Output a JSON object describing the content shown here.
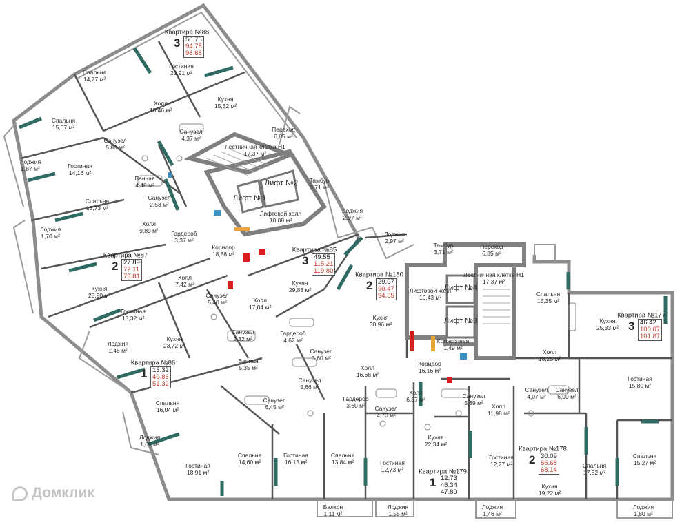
{
  "watermark": "Домклик",
  "apartments": [
    {
      "id": "k88",
      "title": "Квартира №88",
      "rooms": "3",
      "v1": "50.75",
      "v2": "94.78",
      "v3": "96.65"
    },
    {
      "id": "k87",
      "title": "Квартира №87",
      "rooms": "2",
      "v1": "27.89",
      "v2": "72.11",
      "v3": "73.81"
    },
    {
      "id": "k86",
      "title": "Квартира №86",
      "rooms": "1",
      "v1": "13.32",
      "v2": "49.86",
      "v3": "51.32"
    },
    {
      "id": "k85",
      "title": "Квартира №85",
      "rooms": "3",
      "v1": "49.55",
      "v2": "115.21",
      "v3": "119.80"
    },
    {
      "id": "k180",
      "title": "Квартира №180",
      "rooms": "2",
      "v1": "29.97",
      "v2": "90.47",
      "v3": "94.55"
    },
    {
      "id": "k177",
      "title": "Квартира №177",
      "rooms": "3",
      "v1": "46.42",
      "v2": "100.07",
      "v3": "101.87"
    },
    {
      "id": "k178",
      "title": "Квартира №178",
      "rooms": "2",
      "v1": "30.09",
      "v2": "66.68",
      "v3": "68.14"
    },
    {
      "id": "k179",
      "title": "Квартира №179",
      "rooms": "1",
      "v1": "12.73",
      "v2": "46.34",
      "v3": "47.89"
    }
  ],
  "lifts": [
    "Лифт №1",
    "Лифт №2",
    "Лифт №4",
    "Лифт №3"
  ],
  "rooms": [
    {
      "name": "Спальня",
      "area": "14,77 м²"
    },
    {
      "name": "Гостиная",
      "area": "20,91 м²"
    },
    {
      "name": "Спальня",
      "area": "15,07 м²"
    },
    {
      "name": "Холл",
      "area": "18,46 м²"
    },
    {
      "name": "Кухня",
      "area": "15,32 м²"
    },
    {
      "name": "Санузел",
      "area": "5,88 м²"
    },
    {
      "name": "Санузел",
      "area": "4,37 м²"
    },
    {
      "name": "Переход",
      "area": "6,85 м²"
    },
    {
      "name": "Лоджия",
      "area": "1,87 м²"
    },
    {
      "name": "Лестничная клетка Н1",
      "area": "17,37 м²"
    },
    {
      "name": "Гостиная",
      "area": "14,16 м²"
    },
    {
      "name": "Ванная",
      "area": "4,48 м²"
    },
    {
      "name": "Санузел",
      "area": "2,58 м²"
    },
    {
      "name": "Тамбур",
      "area": "3,71 м²"
    },
    {
      "name": "Спальня",
      "area": "13,73 м²"
    },
    {
      "name": "Лифтовой холл",
      "area": "10,08 м²"
    },
    {
      "name": "Лоджия",
      "area": "2,97 м²"
    },
    {
      "name": "Лоджия",
      "area": "1,70 м²"
    },
    {
      "name": "Холл",
      "area": "9,89 м²"
    },
    {
      "name": "Лоджия",
      "area": "2,97 м²"
    },
    {
      "name": "Гардероб",
      "area": "3,37 м²"
    },
    {
      "name": "Коридор",
      "area": "18,88 м²"
    },
    {
      "name": "Тамбур",
      "area": "3,71 м²"
    },
    {
      "name": "Переход",
      "area": "6,85 м²"
    },
    {
      "name": "Холл",
      "area": "7,42 м²"
    },
    {
      "name": "Кухня",
      "area": "23,90 м²"
    },
    {
      "name": "Санузел",
      "area": "5,40 м²"
    },
    {
      "name": "Кухня",
      "area": "29,88 м²"
    },
    {
      "name": "Лифтовой холл",
      "area": "10,43 м²"
    },
    {
      "name": "Лестничная клетка Н1",
      "area": "17,37 м²"
    },
    {
      "name": "Спальня",
      "area": "15,35 м²"
    },
    {
      "name": "Гостиная",
      "area": "13,32 м²"
    },
    {
      "name": "Холл",
      "area": "17,04 м²"
    },
    {
      "name": "Кухня",
      "area": "30,96 м²"
    },
    {
      "name": "Кухня",
      "area": "25,33 м²"
    },
    {
      "name": "Санузел",
      "area": "2,32 м²"
    },
    {
      "name": "Гардероб",
      "area": "4,62 м²"
    },
    {
      "name": "Кухня",
      "area": "23,72 м²"
    },
    {
      "name": "Лоджия",
      "area": "1,46 м²"
    },
    {
      "name": "Колясочная",
      "area": "1,49 м²"
    },
    {
      "name": "Санузел",
      "area": "3,60 м²"
    },
    {
      "name": "Холл",
      "area": "18,25 м²"
    },
    {
      "name": "Ванная",
      "area": "5,35 м²"
    },
    {
      "name": "Коридор",
      "area": "16,16 м²"
    },
    {
      "name": "Холл",
      "area": "16,68 м²"
    },
    {
      "name": "Гостиная",
      "area": "15,80 м²"
    },
    {
      "name": "Санузел",
      "area": "5,66 м²"
    },
    {
      "name": "Холл",
      "area": "6,57 м²"
    },
    {
      "name": "Санузел",
      "area": "5,39 м²"
    },
    {
      "name": "Санузел",
      "area": "4,07 м²"
    },
    {
      "name": "Санузел",
      "area": "6,00 м²"
    },
    {
      "name": "Спальня",
      "area": "16,04 м²"
    },
    {
      "name": "Санузел",
      "area": "6,45 м²"
    },
    {
      "name": "Гардероб",
      "area": "3,60 м²"
    },
    {
      "name": "Санузел",
      "area": "4,70 м²"
    },
    {
      "name": "Холл",
      "area": "11,98 м²"
    },
    {
      "name": "Лоджия",
      "area": "1,62 м²"
    },
    {
      "name": "Кухня",
      "area": "22,34 м²"
    },
    {
      "name": "Спальня",
      "area": "14,60 м²"
    },
    {
      "name": "Гостиная",
      "area": "16,13 м²"
    },
    {
      "name": "Спальня",
      "area": "13,84 м²"
    },
    {
      "name": "Гостиная",
      "area": "12,73 м²"
    },
    {
      "name": "Гостиная",
      "area": "12,27 м²"
    },
    {
      "name": "Спальня",
      "area": "17,82 м²"
    },
    {
      "name": "Спальня",
      "area": "15,27 м²"
    },
    {
      "name": "Гостиная",
      "area": "18,91 м²"
    },
    {
      "name": "Кухня",
      "area": "19,22 м²"
    },
    {
      "name": "Балкон",
      "area": "1,11 м²"
    },
    {
      "name": "Лоджия",
      "area": "1,55 м²"
    },
    {
      "name": "Лоджия",
      "area": "1,46 м²"
    },
    {
      "name": "Лоджия",
      "area": "1,80 м²"
    }
  ]
}
